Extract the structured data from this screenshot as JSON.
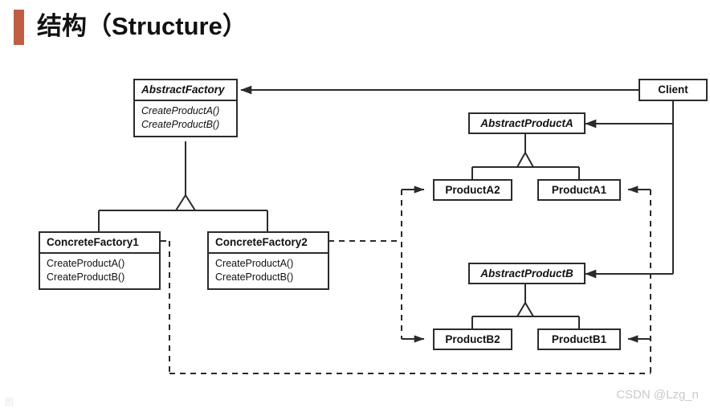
{
  "slide": {
    "title": "结构（Structure）",
    "accent_color": "#c05e45",
    "background_color": "#ffffff",
    "watermark": "CSDN @Lzg_n",
    "corner_artifact": "图"
  },
  "diagram": {
    "type": "uml-class-diagram",
    "pattern": "Abstract Factory",
    "line_color": "#2b2b2b",
    "classes": [
      {
        "id": "abstract-factory",
        "name": "AbstractFactory",
        "stereotype": "abstract",
        "members": [
          "CreateProductA()",
          "CreateProductB()"
        ]
      },
      {
        "id": "concrete-factory-1",
        "name": "ConcreteFactory1",
        "stereotype": "concrete",
        "members": [
          "CreateProductA()",
          "CreateProductB()"
        ]
      },
      {
        "id": "concrete-factory-2",
        "name": "ConcreteFactory2",
        "stereotype": "concrete",
        "members": [
          "CreateProductA()",
          "CreateProductB()"
        ]
      },
      {
        "id": "client",
        "name": "Client",
        "stereotype": "concrete",
        "members": []
      },
      {
        "id": "abstract-product-a",
        "name": "AbstractProductA",
        "stereotype": "abstract",
        "members": []
      },
      {
        "id": "product-a2",
        "name": "ProductA2",
        "stereotype": "concrete",
        "members": []
      },
      {
        "id": "product-a1",
        "name": "ProductA1",
        "stereotype": "concrete",
        "members": []
      },
      {
        "id": "abstract-product-b",
        "name": "AbstractProductB",
        "stereotype": "abstract",
        "members": []
      },
      {
        "id": "product-b2",
        "name": "ProductB2",
        "stereotype": "concrete",
        "members": []
      },
      {
        "id": "product-b1",
        "name": "ProductB1",
        "stereotype": "concrete",
        "members": []
      }
    ],
    "relations": [
      {
        "from": "concrete-factory-1",
        "to": "abstract-factory",
        "kind": "generalization"
      },
      {
        "from": "concrete-factory-2",
        "to": "abstract-factory",
        "kind": "generalization"
      },
      {
        "from": "product-a2",
        "to": "abstract-product-a",
        "kind": "generalization"
      },
      {
        "from": "product-a1",
        "to": "abstract-product-a",
        "kind": "generalization"
      },
      {
        "from": "product-b2",
        "to": "abstract-product-b",
        "kind": "generalization"
      },
      {
        "from": "product-b1",
        "to": "abstract-product-b",
        "kind": "generalization"
      },
      {
        "from": "client",
        "to": "abstract-factory",
        "kind": "association"
      },
      {
        "from": "client",
        "to": "abstract-product-a",
        "kind": "association"
      },
      {
        "from": "client",
        "to": "abstract-product-b",
        "kind": "association"
      },
      {
        "from": "concrete-factory-2",
        "to": "product-a2",
        "kind": "dependency"
      },
      {
        "from": "concrete-factory-2",
        "to": "product-b2",
        "kind": "dependency"
      },
      {
        "from": "concrete-factory-1",
        "to": "product-a1",
        "kind": "dependency"
      },
      {
        "from": "concrete-factory-1",
        "to": "product-b1",
        "kind": "dependency"
      }
    ]
  }
}
